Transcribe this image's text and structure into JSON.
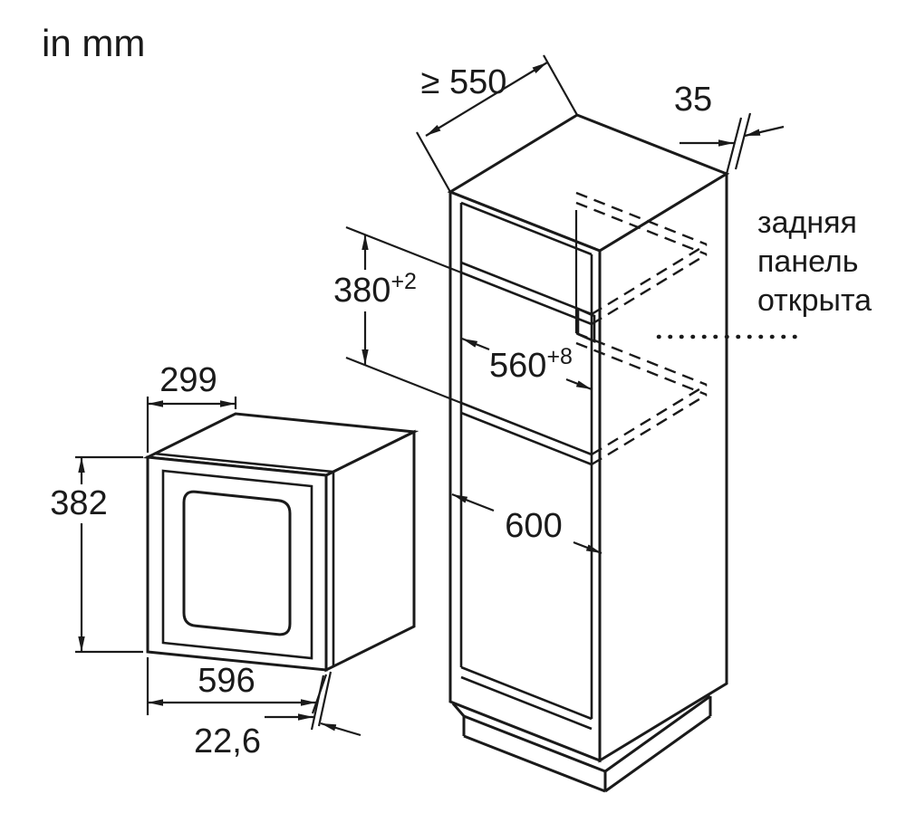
{
  "page": {
    "unit_label": "in mm"
  },
  "cabinet": {
    "depth_min": "≥ 550",
    "rear_gap": "35",
    "niche_height_main": "380",
    "niche_height_sup": "+2",
    "niche_width_main": "560",
    "niche_width_sup": "+8",
    "cabinet_width": "600",
    "note_line1": "задняя",
    "note_line2": "панель",
    "note_line3": "открыта"
  },
  "appliance": {
    "depth": "299",
    "height": "382",
    "width": "596",
    "door_protrusion": "22,6"
  },
  "colors": {
    "line": "#1a1a1a",
    "background": "#ffffff"
  }
}
